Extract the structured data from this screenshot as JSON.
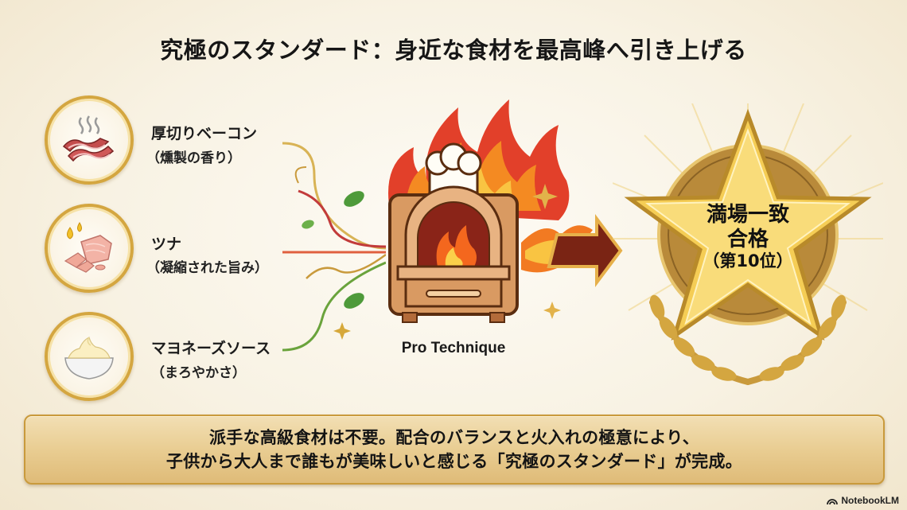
{
  "title": "究極のスタンダード：身近な食材を最高峰へ引き上げる",
  "ingredients": [
    {
      "name": "厚切りベーコン",
      "desc": "（燻製の香り）",
      "icon": "bacon-icon"
    },
    {
      "name": "ツナ",
      "desc": "（凝縮された旨み）",
      "icon": "tuna-icon"
    },
    {
      "name": "マヨネーズソース",
      "desc": "（まろやかさ）",
      "icon": "mayonnaise-icon"
    }
  ],
  "process": {
    "label": "Pro Technique",
    "icon": "oven-icon"
  },
  "result": {
    "line1": "満場一致",
    "line2": "合格",
    "line3": "（第10位）",
    "icon": "gold-star-award-icon"
  },
  "summary": {
    "line1": "派手な高級食材は不要。配合のバランスと火入れの極意により、",
    "line2": "子供から大人まで誰もが美味しいと感じる「究極のスタンダード」が完成。"
  },
  "footer": {
    "brand": "NotebookLM"
  },
  "colors": {
    "gold": "#d4a640",
    "background": "#f8f2e3",
    "flame_red": "#d9331f",
    "flame_orange": "#f28a1e"
  }
}
